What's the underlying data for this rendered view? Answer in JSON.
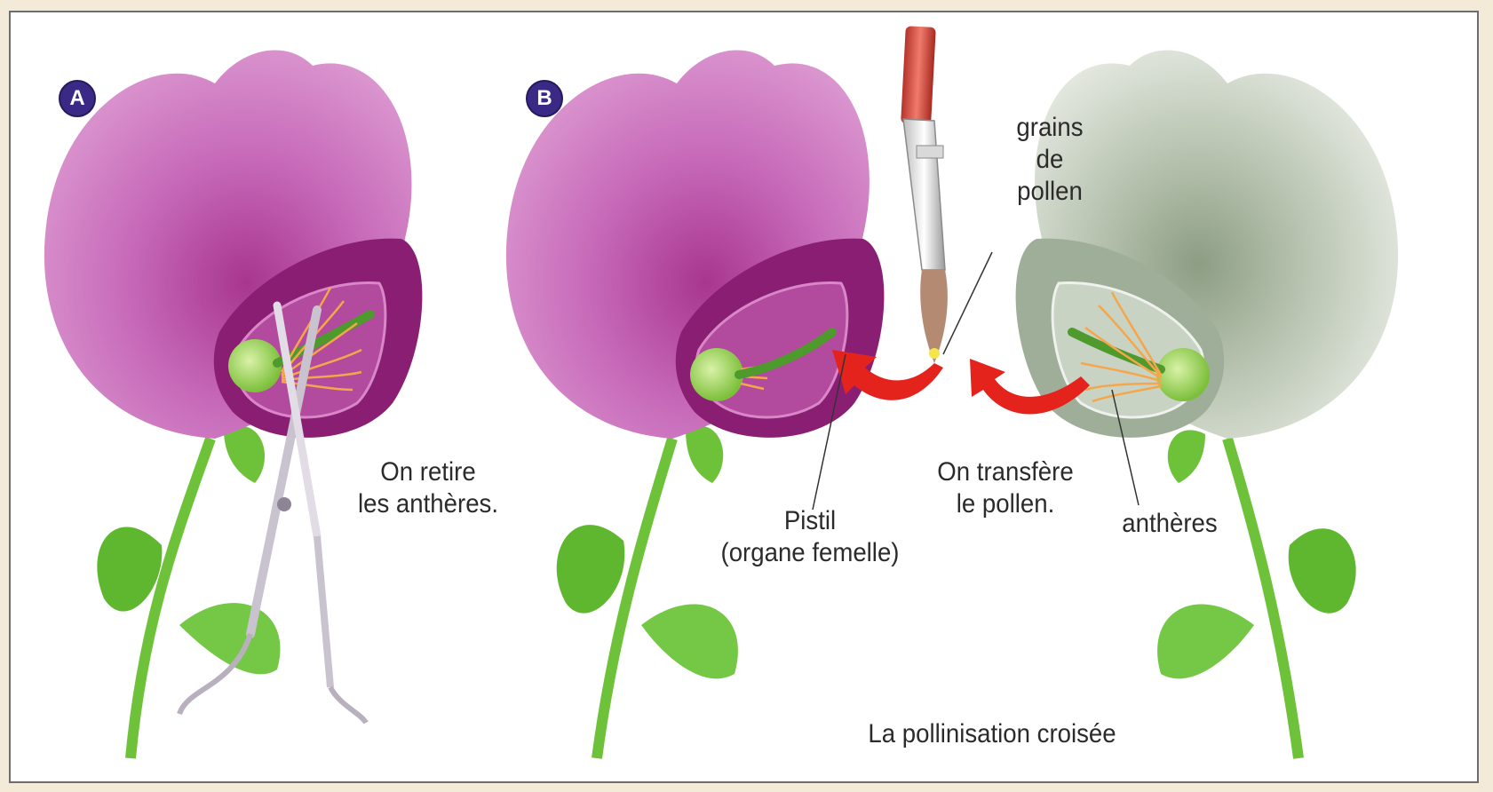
{
  "panels": [
    {
      "badge": "A",
      "color": "#3a2a86"
    },
    {
      "badge": "B",
      "color": "#3a2a86"
    }
  ],
  "labels": {
    "remove_anthers": [
      "On retire",
      "les anthères."
    ],
    "pistil": [
      "Pistil",
      "(organe femelle)"
    ],
    "transfer": [
      "On transfère",
      "le pollen."
    ],
    "pollen_grains": [
      "grains",
      "de",
      "pollen"
    ],
    "anthers": "anthères"
  },
  "caption": "La pollinisation croisée",
  "colors": {
    "pink_petal": "#c668b8",
    "dark_purple": "#8a1e73",
    "white_petal": "#e3e8e0",
    "green": "#6dc23a",
    "anther_orange": "#f5a64a",
    "arrow_red": "#e3231c"
  }
}
